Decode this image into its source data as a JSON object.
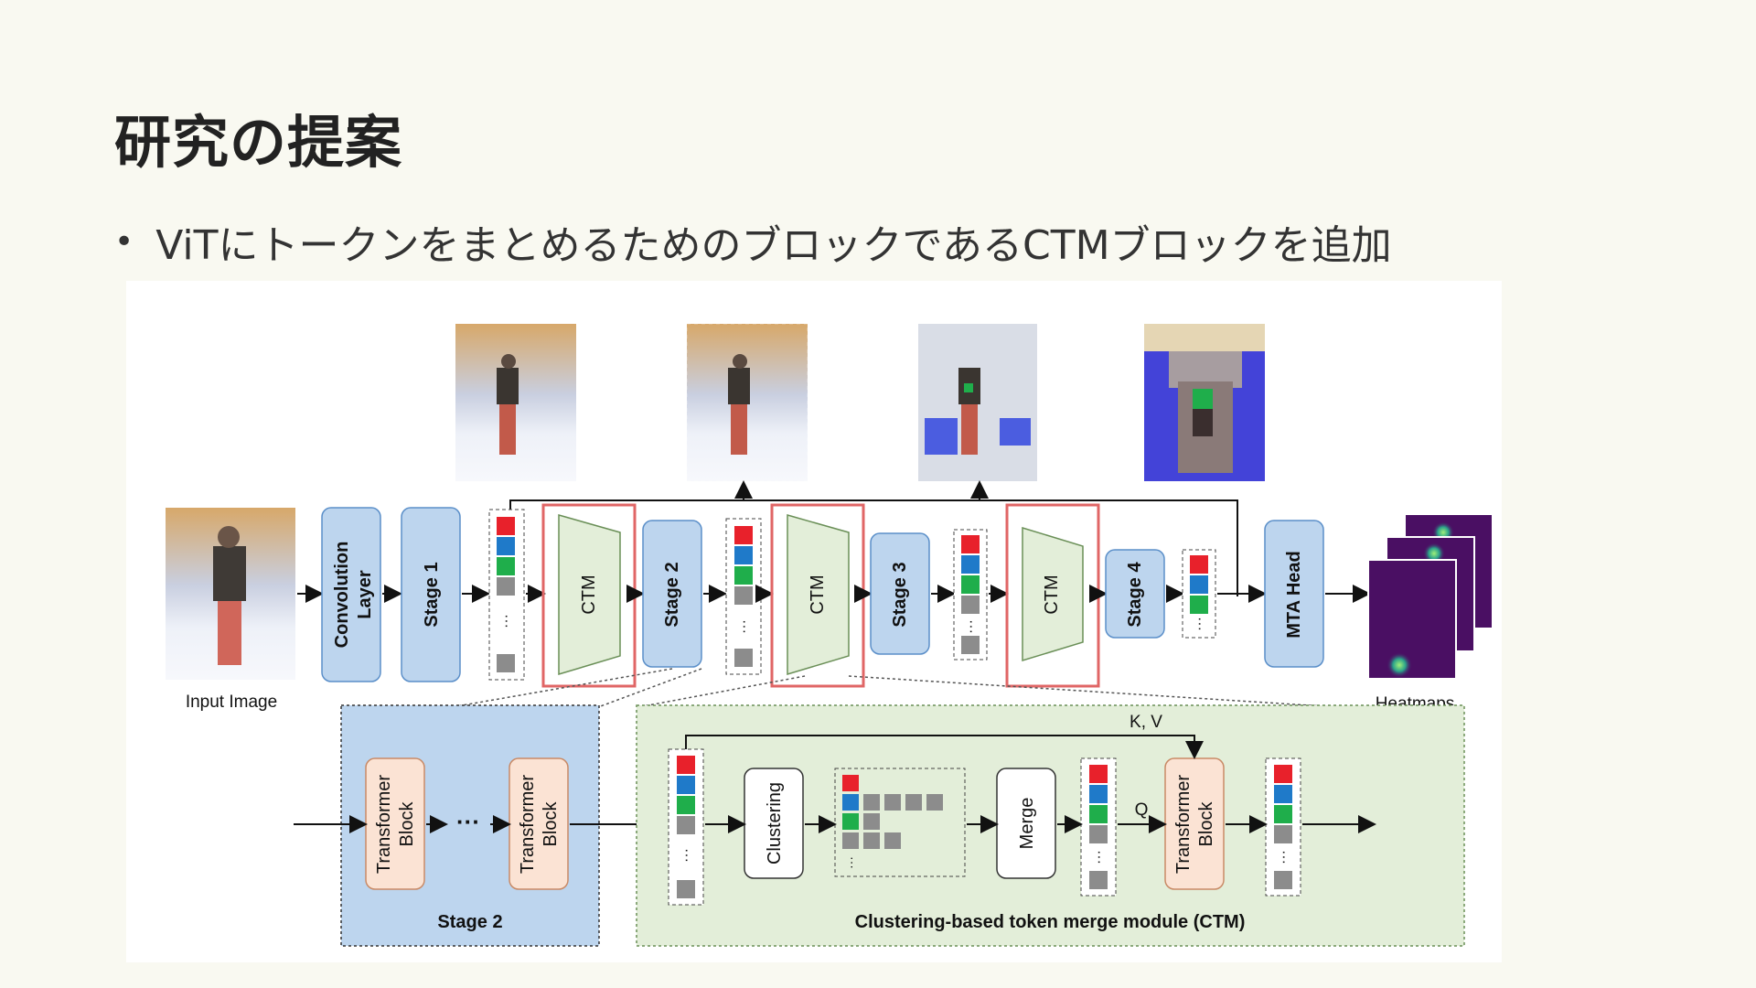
{
  "slide": {
    "title": "研究の提案",
    "bullet": "ViTにトークンをまとめるためのブロックであるCTMブロックを追加"
  },
  "diagram": {
    "input_label": "Input Image",
    "conv_label": [
      "Convolution",
      "Layer"
    ],
    "stage1": "Stage 1",
    "stage2": "Stage 2",
    "stage3": "Stage 3",
    "stage4": "Stage 4",
    "ctm": "CTM",
    "mta_head": "MTA Head",
    "heatmaps_label": "Heatmaps",
    "detail_stage2_title": "Stage 2",
    "transformer_block": [
      "Transformer",
      "Block"
    ],
    "ellipsis": "···",
    "clustering": "Clustering",
    "merge": "Merge",
    "kv_label": "K, V",
    "q_label": "Q",
    "ctm_module_title": "Clustering-based token merge module (CTM)",
    "token_dots": "···",
    "colors": {
      "stage_blue": "#bdd5ee",
      "ctm_green": "#e3eed9",
      "highlight_red": "#e06666",
      "transformer_orange": "#fbe3d4",
      "token_red": "#e8212b",
      "token_blue": "#1f7ac9",
      "token_green": "#1fae4b",
      "token_gray": "#8c8c8c"
    }
  }
}
